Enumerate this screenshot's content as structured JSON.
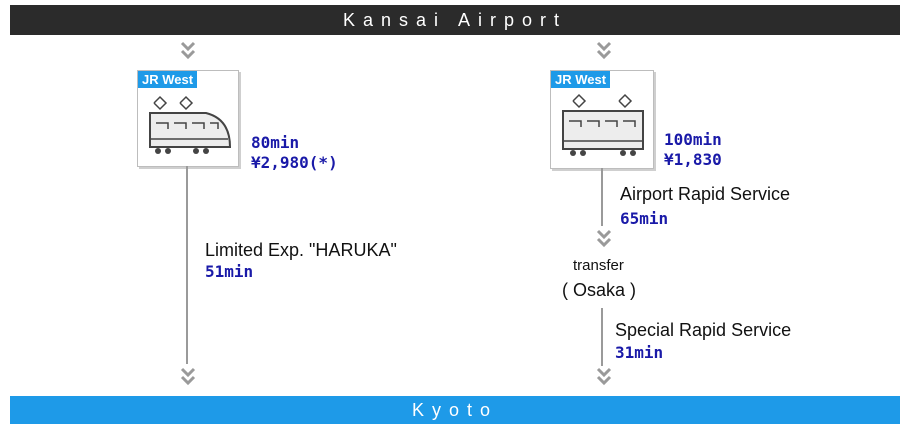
{
  "header": {
    "origin": "Kansai Airport",
    "destination": "Kyoto"
  },
  "routes": [
    {
      "operator": "JR West",
      "total_time": "80min",
      "fare": "¥2,980(*)",
      "service": "Limited Exp. \"HARUKA\"",
      "service_time": "51min"
    },
    {
      "operator": "JR West",
      "total_time": "100min",
      "fare": "¥1,830",
      "leg1_service": "Airport Rapid Service",
      "leg1_time": "65min",
      "transfer_label": "transfer",
      "transfer_station": "( Osaka )",
      "leg2_service": "Special Rapid Service",
      "leg2_time": "31min"
    }
  ],
  "colors": {
    "header_bg": "#2b2b2b",
    "footer_bg": "#1e9ae8",
    "accent_text": "#1a1aa8"
  },
  "icons": [
    "chevron-down-icon",
    "shinkansen-train-icon",
    "rapid-train-icon"
  ]
}
